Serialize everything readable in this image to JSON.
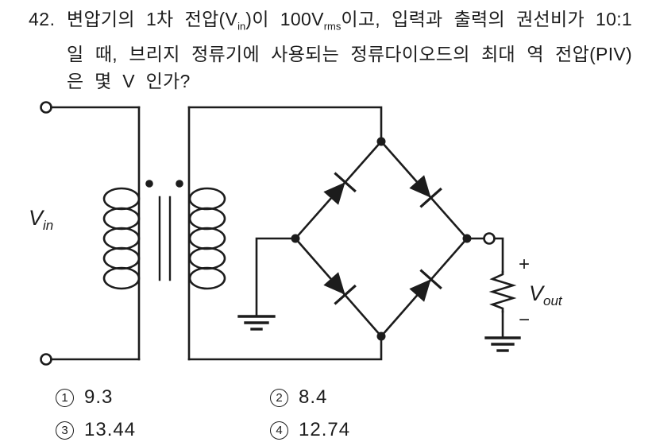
{
  "question": {
    "number": "42.",
    "segments": {
      "s1": "변압기의 1차 전압(V",
      "sub1": "in",
      "s2": ")이 100V",
      "sub2": "rms",
      "s3": "이고, 입력과 출력의 권선비가 10:1일 때, 브리지 정류기에 사용되는 정류다이오드의 최대 역 전압(PIV)은 몇 V 인가?"
    }
  },
  "circuit": {
    "vin_label": {
      "base": "V",
      "sub": "in"
    },
    "vout_label": {
      "base": "V",
      "sub": "out"
    },
    "plus_sign": "+",
    "minus_sign": "−"
  },
  "answers": {
    "options": [
      {
        "num": "1",
        "value": "9.3"
      },
      {
        "num": "2",
        "value": "8.4"
      },
      {
        "num": "3",
        "value": "13.44"
      },
      {
        "num": "4",
        "value": "12.74"
      }
    ]
  },
  "colors": {
    "ink": "#1c1c1c",
    "background": "#ffffff"
  }
}
